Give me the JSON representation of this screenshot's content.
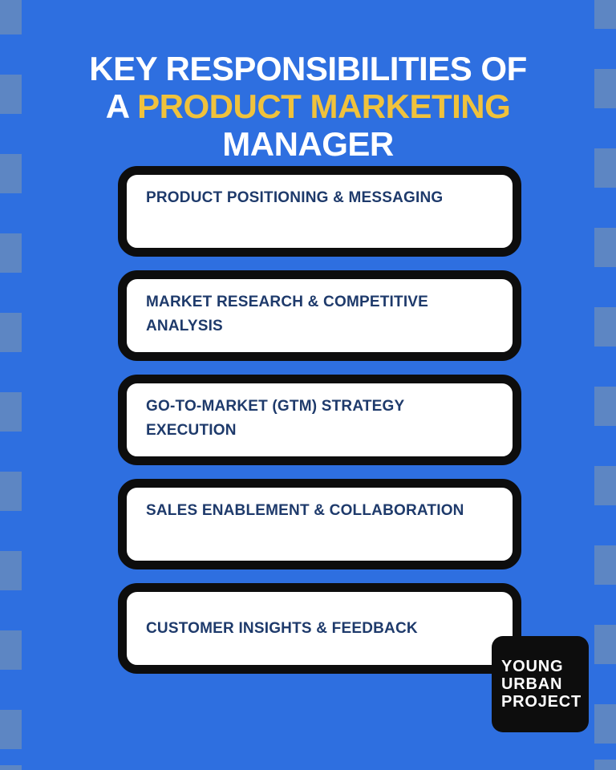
{
  "background": {
    "color": "#2e6fe0",
    "stripe_square_color": "#5d86c3"
  },
  "title": {
    "line1": "KEY RESPONSIBILITIES OF",
    "line2_prefix": "A ",
    "line2_highlight": "PRODUCT MARKETING",
    "line3": "MANAGER",
    "text_color": "#ffffff",
    "highlight_color": "#f0c23c"
  },
  "cards": [
    {
      "label": "PRODUCT POSITIONING & MESSAGING"
    },
    {
      "label": "MARKET RESEARCH & COMPETITIVE ANALYSIS"
    },
    {
      "label": "GO-TO-MARKET (GTM) STRATEGY EXECUTION"
    },
    {
      "label": "SALES ENABLEMENT & COLLABORATION"
    },
    {
      "label": "CUSTOMER INSIGHTS & FEEDBACK"
    }
  ],
  "card_style": {
    "background": "#ffffff",
    "border_color": "#0d0d0d",
    "text_color": "#1e3a6b"
  },
  "logo": {
    "line1": "YOUNG",
    "line2": "URBAN",
    "line3": "PROJECT",
    "background": "#0d0d0d",
    "text_color": "#ffffff"
  }
}
